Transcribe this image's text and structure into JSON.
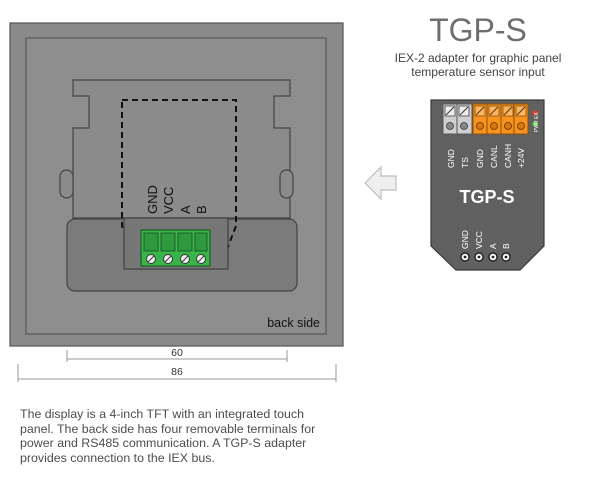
{
  "header": {
    "title": "TGP-S",
    "subtitle_line1": "IEX-2 adapter for graphic panel",
    "subtitle_line2": "temperature sensor input"
  },
  "panel": {
    "back_side_label": "back side",
    "pin_labels": [
      "GND",
      "VCC",
      "A",
      "B"
    ]
  },
  "dimensions": {
    "inner_width": "60",
    "outer_width": "86"
  },
  "adapter": {
    "name": "TGP-S",
    "top_terminal_labels": [
      "GND",
      "TS",
      "GND",
      "CANL",
      "CANH",
      "+24V"
    ],
    "led_labels": [
      "PWR",
      "EX"
    ],
    "bottom_pin_labels": [
      "GND",
      "VCC",
      "A",
      "B"
    ]
  },
  "colors": {
    "panel_fill": "#8c8c8c",
    "terminal_green": "#3ab54a",
    "terminal_orange": "#f7931e",
    "adapter_fill": "#606060"
  },
  "description": "The display is a 4-inch TFT with an integrated touch panel. The back side has four removable terminals for power and RS485 communication. A TGP-S adapter provides connection to the IEX bus."
}
